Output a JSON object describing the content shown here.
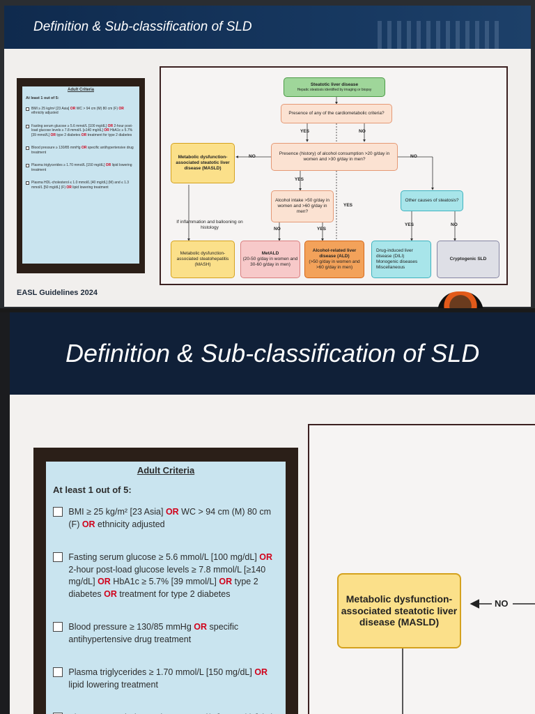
{
  "slide": {
    "title": "Definition & Sub-classification of SLD",
    "footer": "EASL Guidelines 2024"
  },
  "criteria": {
    "heading": "Adult Criteria",
    "subheading": "At least 1 out of 5:",
    "or_word": "OR",
    "items": [
      {
        "parts": [
          "BMI ≥ 25 kg/m² [23 Asia] ",
          "OR",
          " WC > 94 cm (M) 80 cm (F) ",
          "OR",
          " ethnicity adjusted"
        ]
      },
      {
        "parts": [
          "Fasting serum glucose ≥ 5.6 mmol/L [100 mg/dL] ",
          "OR",
          " 2-hour post-load glucose levels ≥ 7.8 mmol/L [≥140 mg/dL] ",
          "OR",
          " HbA1c ≥ 5.7% [39 mmol/L] ",
          "OR",
          " type 2 diabetes ",
          "OR",
          " treatment for type 2 diabetes"
        ]
      },
      {
        "parts": [
          "Blood pressure ≥ 130/85 mmHg ",
          "OR",
          " specific antihypertensive drug treatment"
        ]
      },
      {
        "parts": [
          "Plasma triglycerides ≥ 1.70 mmol/L [150 mg/dL] ",
          "OR",
          " lipid lowering treatment"
        ]
      },
      {
        "parts": [
          "Plasma HDL-cholesterol ≤ 1.0 mmol/L [40 mg/dL] (M) and ≤ 1.3 mmol/L [50 mg/dL] (F) ",
          "OR",
          " lipid lowering treatment"
        ]
      }
    ]
  },
  "flowchart": {
    "sld_title": "Steatotic liver disease",
    "sld_sub": "Hepatic steatosis identified by imaging or biopsy",
    "cardio_q": "Presence of any of the cardiometabolic criteria?",
    "alcohol_q": "Presence (history) of alcohol consumption >20 g/day in women and >30 g/day in men?",
    "intake_q": "Alcohol intake >50 g/day in women and >60 g/day in men?",
    "other_q": "Other causes of steatosis?",
    "masld": "Metabolic dysfunction-associated steatotic liver disease (MASLD)",
    "inflammation": "If inflammation and ballooning on histology",
    "mash": "Metabolic dysfunction-associated steatohepatitis (MASH)",
    "metald_title": "MetALD",
    "metald_sub": "(20-50 g/day in women and 30-60 g/day in men)",
    "ald_title": "Alcohol-related liver disease (ALD)",
    "ald_sub": "(>50 g/day in women and >60 g/day in men)",
    "other_list": [
      "Drug-induced liver disease (DILI)",
      "Monogenic diseases",
      "Miscellaneous"
    ],
    "cryptogenic": "Cryptogenic SLD",
    "yes": "YES",
    "no": "NO"
  }
}
